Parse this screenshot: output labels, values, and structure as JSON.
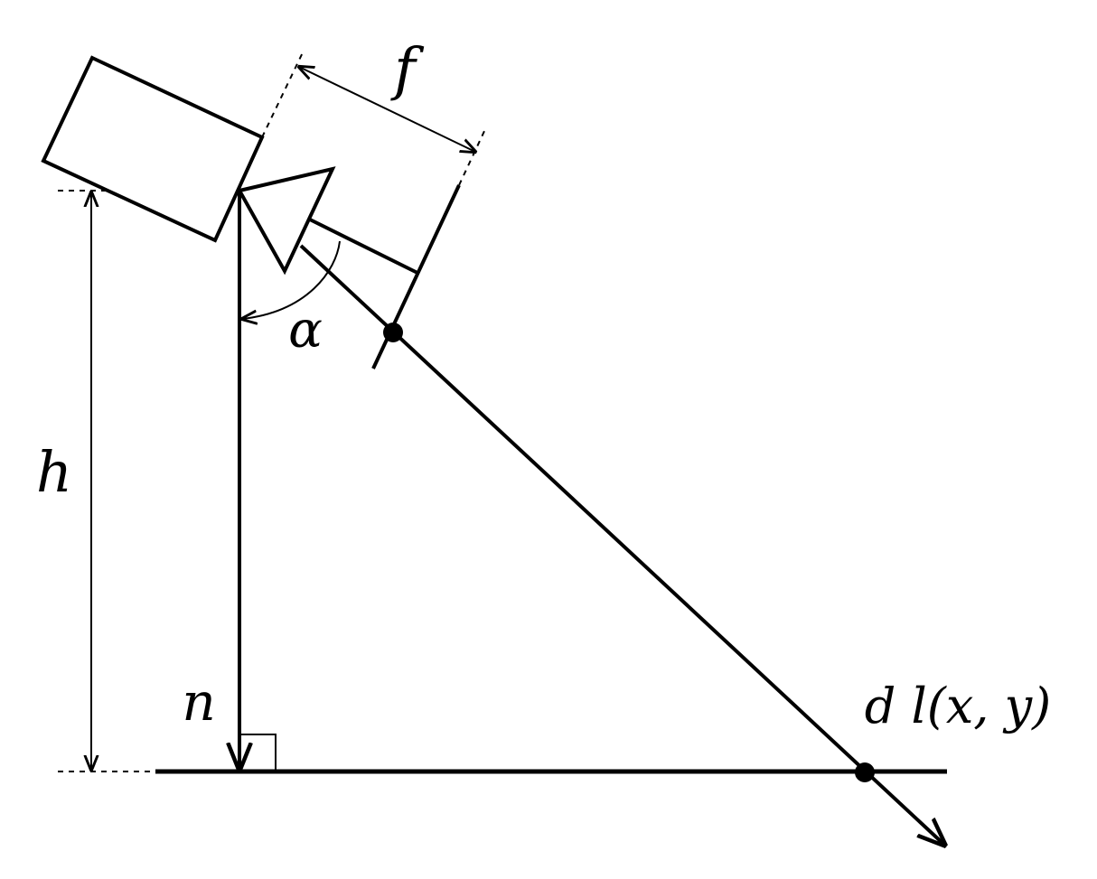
{
  "labels": {
    "focal_length": "f",
    "tilt_angle": "α",
    "height": "h",
    "normal": "n",
    "ground_point": "d l(x, y)"
  },
  "colors": {
    "stroke": "#000000",
    "background": "#ffffff"
  }
}
